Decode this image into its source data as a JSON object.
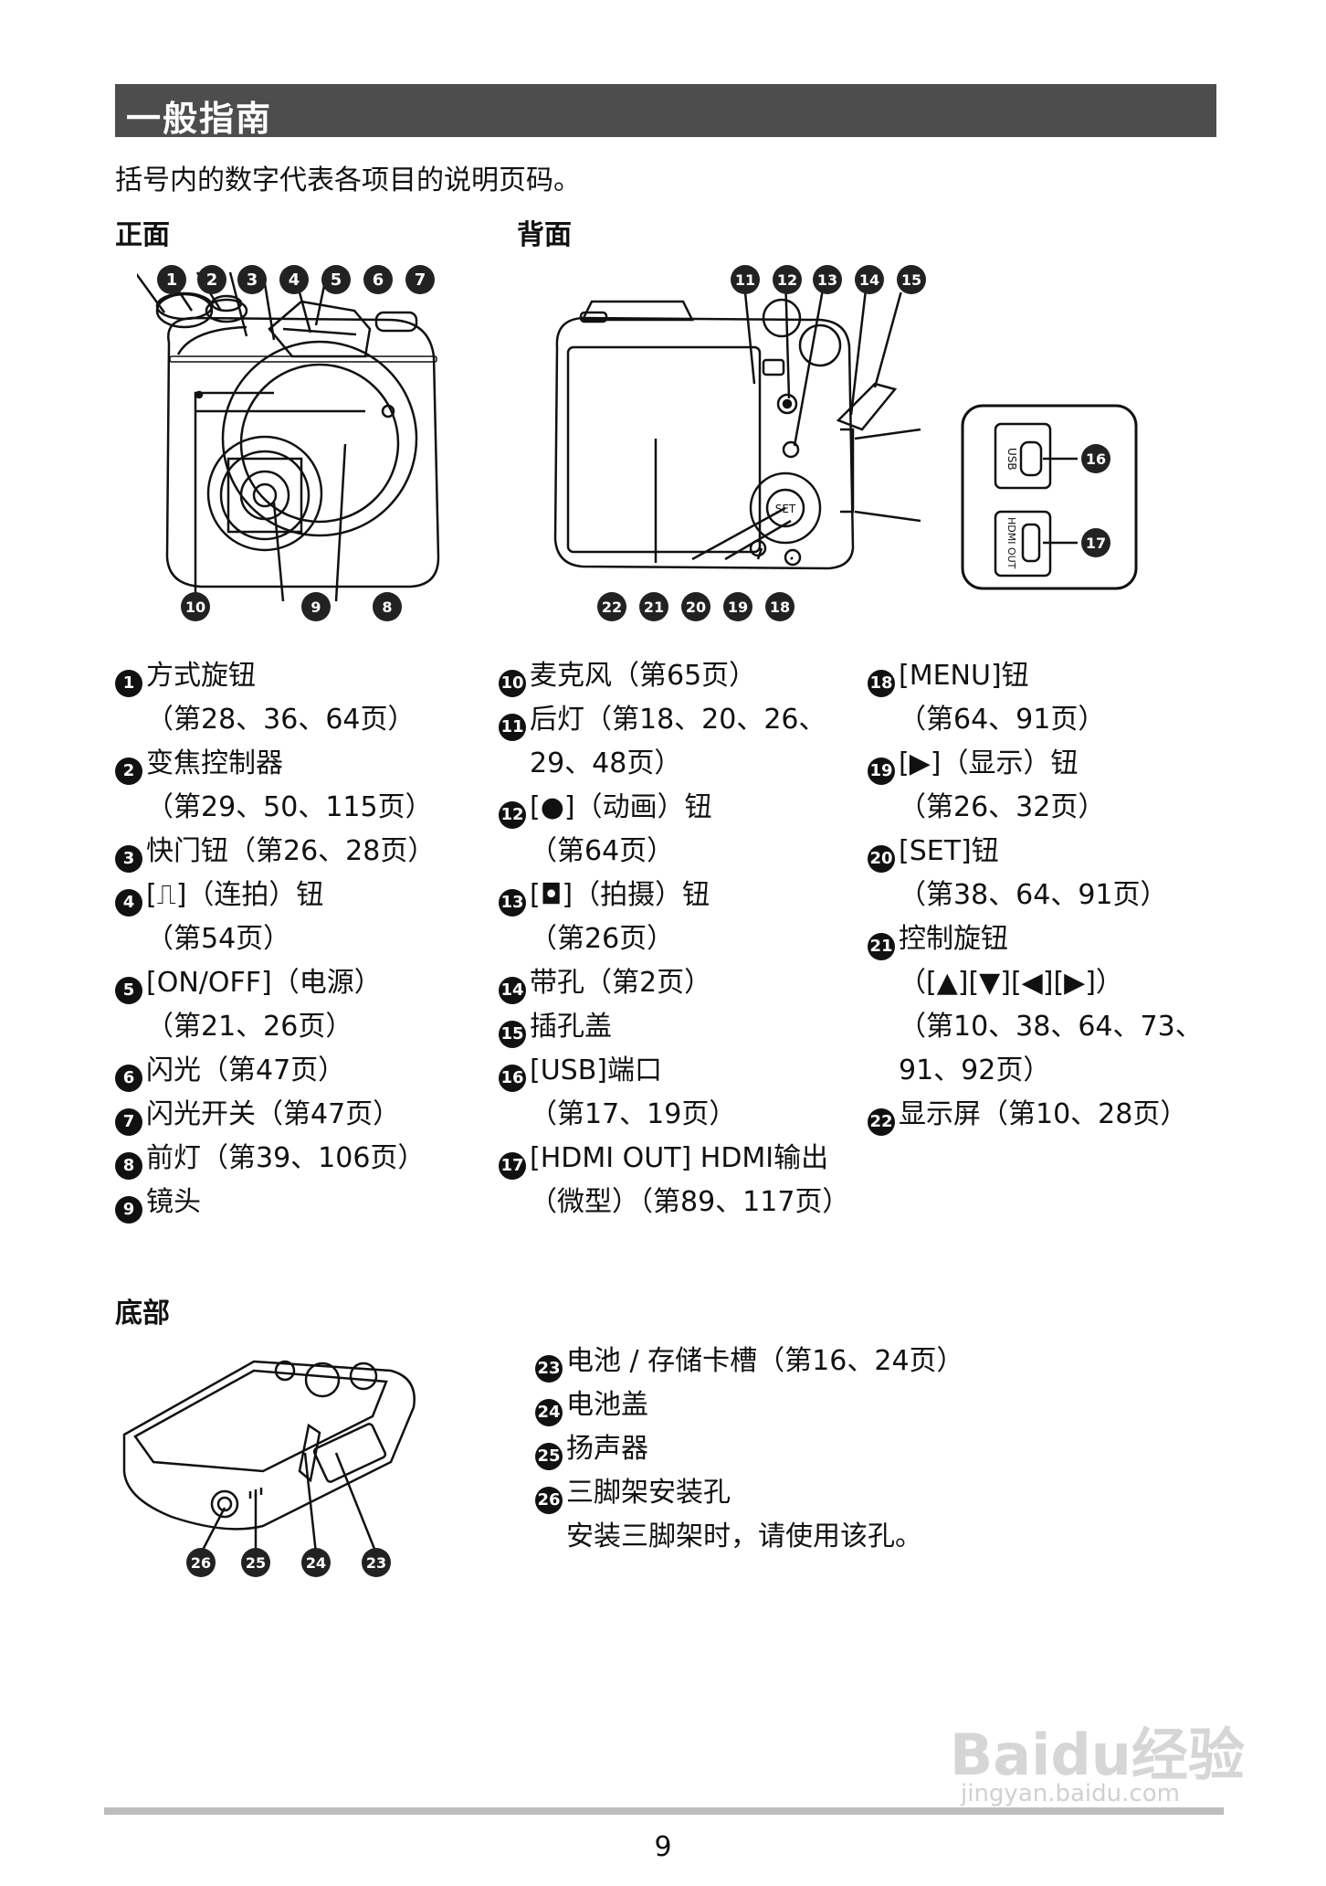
{
  "section_title": "一般指南",
  "intro": "括号内的数字代表各项目的说明页码。",
  "headings": {
    "front": "正面",
    "back": "背面",
    "bottom": "底部"
  },
  "diagram_front_numbers": [
    "1",
    "2",
    "3",
    "4",
    "5",
    "6",
    "7",
    "10",
    "9",
    "8"
  ],
  "diagram_back_numbers": [
    "11",
    "12",
    "13",
    "14",
    "15",
    "16",
    "17",
    "22",
    "21",
    "20",
    "19",
    "18"
  ],
  "diagram_bottom_numbers": [
    "26",
    "25",
    "24",
    "23"
  ],
  "diagram_labels": {
    "usb": "USB",
    "hdmi": "HDMI OUT",
    "set": "SET"
  },
  "col1": [
    {
      "n": "1",
      "t": "方式旋钮"
    },
    {
      "n": "",
      "t": "（第28、36、64页）"
    },
    {
      "n": "2",
      "t": "变焦控制器"
    },
    {
      "n": "",
      "t": "（第29、50、115页）"
    },
    {
      "n": "3",
      "t": "快门钮（第26、28页）"
    },
    {
      "n": "4",
      "t": "[⎍]（连拍）钮"
    },
    {
      "n": "",
      "t": "（第54页）"
    },
    {
      "n": "5",
      "t": "[ON/OFF]（电源）"
    },
    {
      "n": "",
      "t": "（第21、26页）"
    },
    {
      "n": "6",
      "t": "闪光（第47页）"
    },
    {
      "n": "7",
      "t": "闪光开关（第47页）"
    },
    {
      "n": "8",
      "t": "前灯（第39、106页）"
    },
    {
      "n": "9",
      "t": "镜头"
    }
  ],
  "col2": [
    {
      "n": "10",
      "t": "麦克风（第65页）"
    },
    {
      "n": "11",
      "t": "后灯（第18、20、26、"
    },
    {
      "n": "",
      "t": "29、48页）"
    },
    {
      "n": "12",
      "t": "[●]（动画）钮"
    },
    {
      "n": "",
      "t": "（第64页）"
    },
    {
      "n": "13",
      "t": "[◘]（拍摄）钮"
    },
    {
      "n": "",
      "t": "（第26页）"
    },
    {
      "n": "14",
      "t": "带孔（第2页）"
    },
    {
      "n": "15",
      "t": "插孔盖"
    },
    {
      "n": "16",
      "t": "[USB]端口"
    },
    {
      "n": "",
      "t": "（第17、19页）"
    },
    {
      "n": "17",
      "t": "[HDMI OUT] HDMI输出"
    },
    {
      "n": "",
      "t": "（微型）（第89、117页）"
    }
  ],
  "col3": [
    {
      "n": "18",
      "t": "[MENU]钮"
    },
    {
      "n": "",
      "t": "（第64、91页）"
    },
    {
      "n": "19",
      "t": "[▶]（显示）钮"
    },
    {
      "n": "",
      "t": "（第26、32页）"
    },
    {
      "n": "20",
      "t": "[SET]钮"
    },
    {
      "n": "",
      "t": "（第38、64、91页）"
    },
    {
      "n": "21",
      "t": "控制旋钮"
    },
    {
      "n": "",
      "t": "（[▲][▼][◀][▶]）"
    },
    {
      "n": "",
      "t": "（第10、38、64、73、"
    },
    {
      "n": "",
      "t": "91、92页）"
    },
    {
      "n": "22",
      "t": "显示屏（第10、28页）"
    }
  ],
  "bottom_list": [
    {
      "n": "23",
      "t": "电池 / 存储卡槽（第16、24页）"
    },
    {
      "n": "24",
      "t": "电池盖"
    },
    {
      "n": "25",
      "t": "扬声器"
    },
    {
      "n": "26",
      "t": "三脚架安装孔"
    },
    {
      "n": "",
      "t": "安装三脚架时，请使用该孔。"
    }
  ],
  "page_number": "9",
  "watermark": {
    "brand": "Baidu经验",
    "url": "jingyan.baidu.com"
  }
}
